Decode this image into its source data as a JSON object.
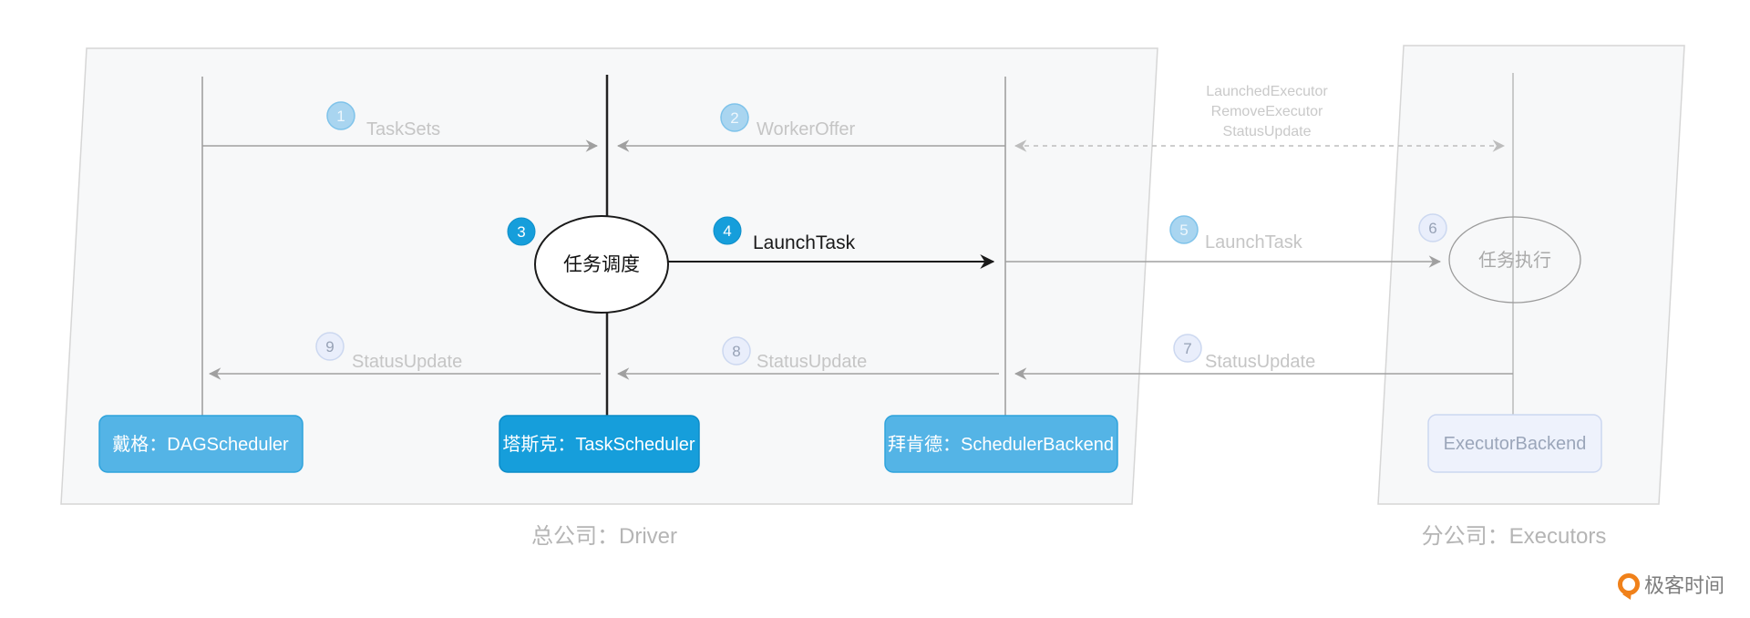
{
  "colors": {
    "accent_blue": "#169edb",
    "medium_blue": "#54b4e6",
    "light_blue_badge": "#a9d5f0",
    "light_blue_badge_border": "#7fc3ea",
    "pale_badge": "#e9eefb",
    "pale_badge_border": "#ccd8f0",
    "arrow_gray": "#a6a6a6",
    "dashed_gray": "#c2c2c2",
    "label_gray": "#c5c5c5",
    "panel_fill": "#f7f8f9",
    "panel_border": "#d6d6d6",
    "logo_orange": "#f0811a"
  },
  "groups": {
    "driver": {
      "label": "总公司：Driver"
    },
    "executors": {
      "label": "分公司：Executors"
    }
  },
  "lifelines": {
    "dag": {
      "label": "戴格：DAGScheduler"
    },
    "task": {
      "label": "塔斯克：TaskScheduler"
    },
    "backend": {
      "label": "拜肯德：SchedulerBackend"
    },
    "executor": {
      "label": "ExecutorBackend"
    }
  },
  "ellipses": {
    "scheduling": {
      "label": "任务调度"
    },
    "execution": {
      "label": "任务执行"
    }
  },
  "steps": [
    {
      "num": "1",
      "label": "TaskSets"
    },
    {
      "num": "2",
      "label": "WorkerOffer"
    },
    {
      "num": "3",
      "label": ""
    },
    {
      "num": "4",
      "label": "LaunchTask"
    },
    {
      "num": "5",
      "label": "LaunchTask"
    },
    {
      "num": "6",
      "label": ""
    },
    {
      "num": "7",
      "label": "StatusUpdate"
    },
    {
      "num": "8",
      "label": "StatusUpdate"
    },
    {
      "num": "9",
      "label": "StatusUpdate"
    }
  ],
  "dashed_link": {
    "lines": [
      "LaunchedExecutor",
      "RemoveExecutor",
      "StatusUpdate"
    ]
  },
  "footer": {
    "brand": "极客时间"
  }
}
